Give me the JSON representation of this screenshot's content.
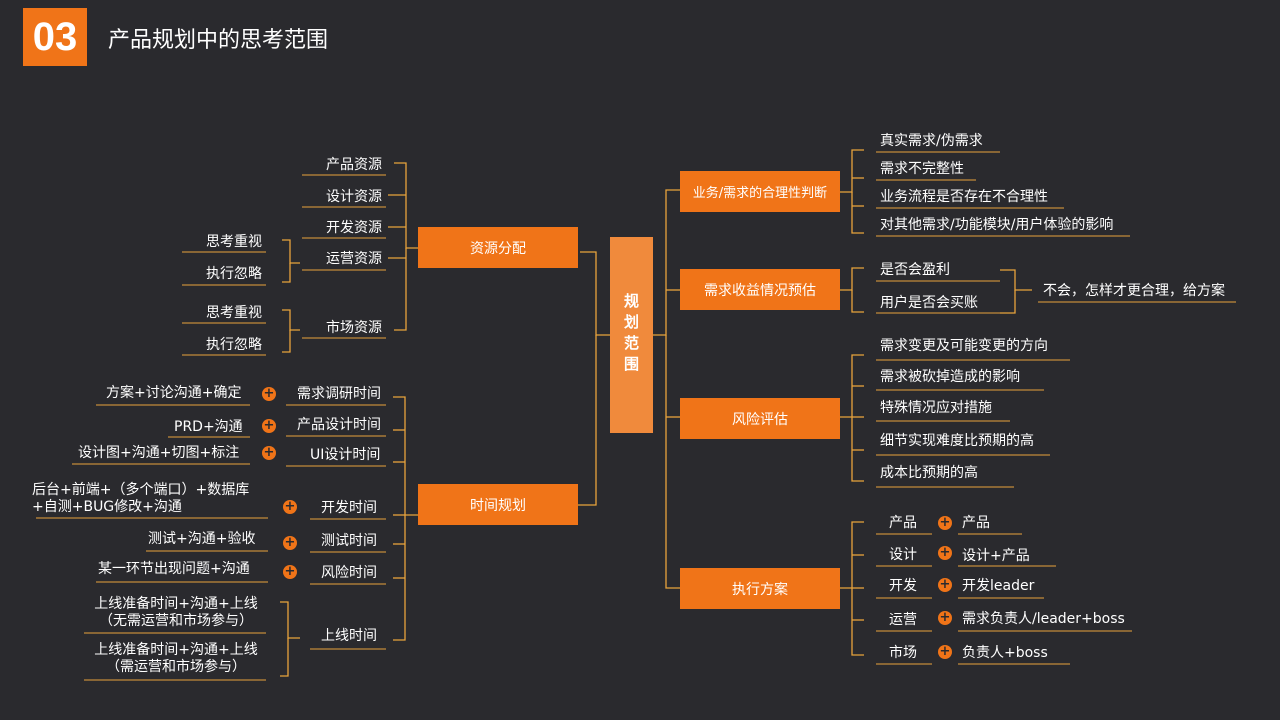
{
  "header": {
    "number": "03",
    "title": "产品规划中的思考范围"
  },
  "center": "规划范围",
  "left": {
    "resource": {
      "label": "资源分配",
      "items": [
        "产品资源",
        "设计资源",
        "开发资源",
        "运营资源",
        "市场资源"
      ],
      "ops_sub": [
        "思考重视",
        "执行忽略"
      ],
      "market_sub": [
        "思考重视",
        "执行忽略"
      ]
    },
    "time": {
      "label": "时间规划",
      "items": [
        {
          "label": "需求调研时间",
          "note": "方案+讨论沟通+确定"
        },
        {
          "label": "产品设计时间",
          "note": "PRD+沟通"
        },
        {
          "label": "UI设计时间",
          "note": "设计图+沟通+切图+标注"
        },
        {
          "label": "开发时间",
          "note": "后台+前端+（多个端口）+数据库+自测+BUG修改+沟通"
        },
        {
          "label": "测试时间",
          "note": "测试+沟通+验收"
        },
        {
          "label": "风险时间",
          "note": "某一环节出现问题+沟通"
        }
      ],
      "launch": {
        "label": "上线时间",
        "notes": [
          "上线准备时间+沟通+上线（无需运营和市场参与）",
          "上线准备时间+沟通+上线（需运营和市场参与）"
        ]
      }
    }
  },
  "right": {
    "judge": {
      "label": "业务/需求的合理性判断",
      "items": [
        "真实需求/伪需求",
        "需求不完整性",
        "业务流程是否存在不合理性",
        "对其他需求/功能模块/用户体验的影响"
      ]
    },
    "revenue": {
      "label": "需求收益情况预估",
      "items": [
        "是否会盈利",
        "用户是否会买账"
      ],
      "conclusion": "不会，怎样才更合理，给方案"
    },
    "risk": {
      "label": "风险评估",
      "items": [
        "需求变更及可能变更的方向",
        "需求被砍掉造成的影响",
        "特殊情况应对措施",
        "细节实现难度比预期的高",
        "成本比预期的高"
      ]
    },
    "exec": {
      "label": "执行方案",
      "items": [
        {
          "role": "产品",
          "owner": "产品"
        },
        {
          "role": "设计",
          "owner": "设计+产品"
        },
        {
          "role": "开发",
          "owner": "开发leader"
        },
        {
          "role": "运营",
          "owner": "需求负责人/leader+boss"
        },
        {
          "role": "市场",
          "owner": "负责人+boss"
        }
      ]
    }
  },
  "colors": {
    "accent": "#f07418",
    "center": "#f08a3c",
    "line": "#e8a33c",
    "bg": "#2a2a2e"
  }
}
